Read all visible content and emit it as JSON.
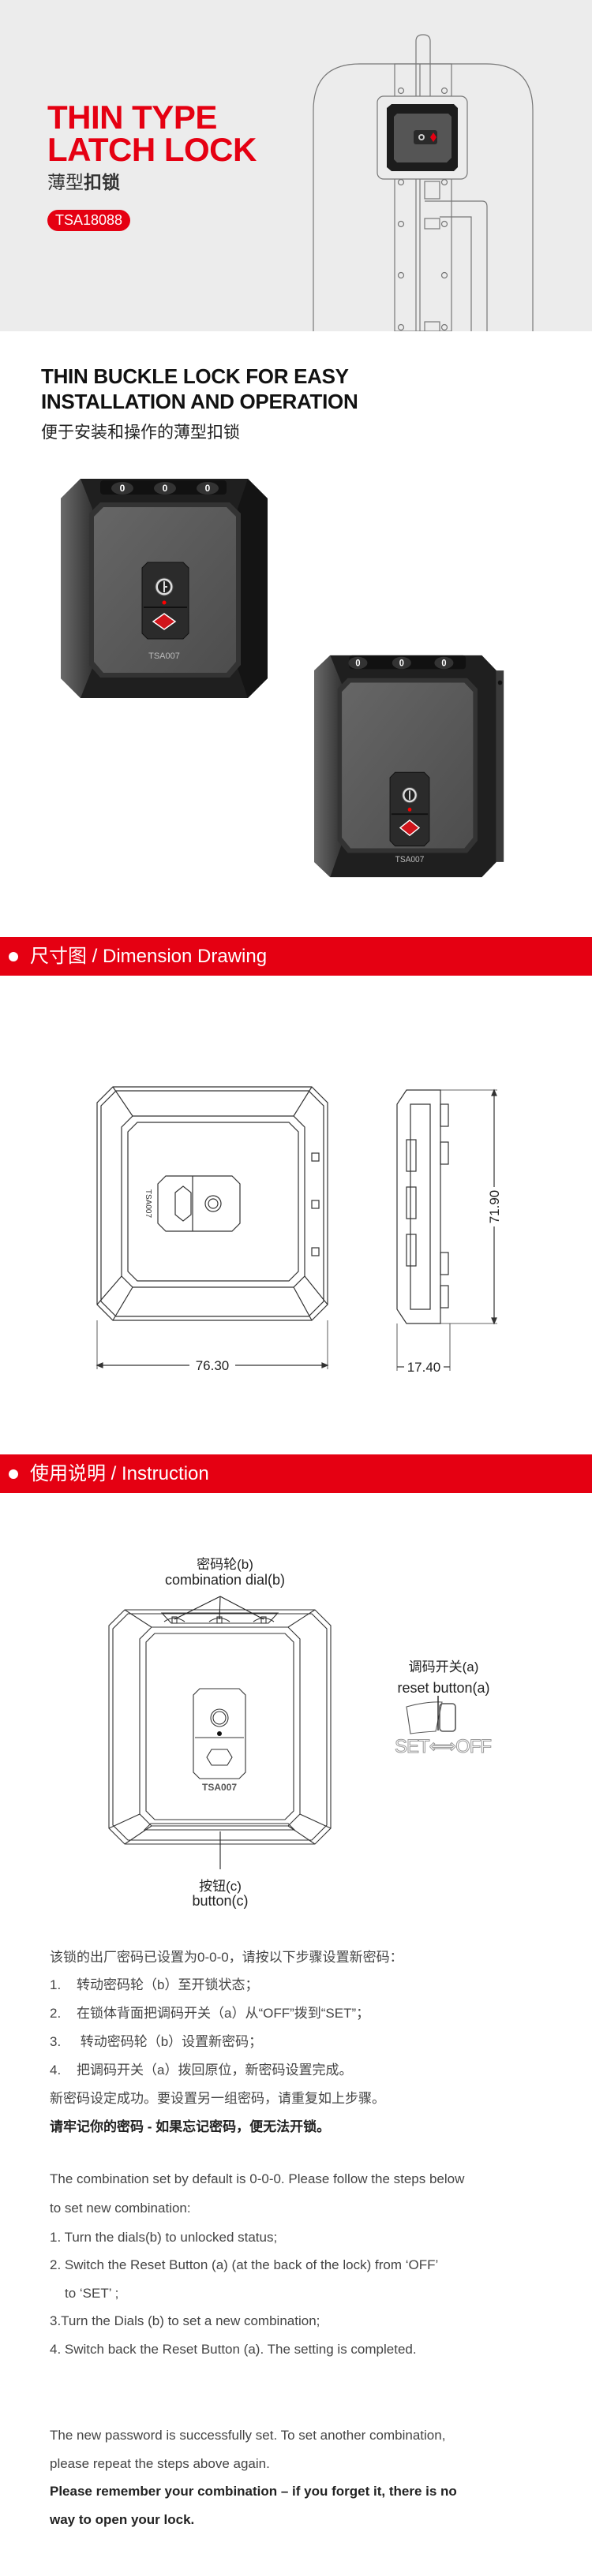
{
  "hero": {
    "title_line1": "THIN TYPE",
    "title_line2": "LATCH LOCK",
    "subtitle_cn_light": "薄型",
    "subtitle_cn_bold": "扣锁",
    "model_badge": "TSA18088"
  },
  "feature": {
    "heading_line1": "THIN BUCKLE LOCK FOR EASY",
    "heading_line2": "INSTALLATION AND OPERATION",
    "subtitle_cn": "便于安装和操作的薄型扣锁",
    "dials": [
      "0",
      "0",
      "0"
    ],
    "lock_model": "TSA007"
  },
  "dimension": {
    "section_title": "尺寸图 / Dimension Drawing",
    "width": "76.30",
    "height": "71.90",
    "depth": "17.40",
    "drawing_model": "TSA007"
  },
  "instruction": {
    "section_title": "使用说明 / Instruction",
    "dial_label_cn": "密码轮(b)",
    "dial_label_en": "combination dial(b)",
    "reset_label_cn": "调码开关(a)",
    "reset_label_en": "reset button(a)",
    "button_label_cn": "按钮(c)",
    "button_label_en": "button(c)",
    "switch_text": "SET⟺OFF",
    "drawing_model": "TSA007"
  },
  "steps_cn": {
    "intro": "该锁的出厂密码已设置为0-0-0，请按以下步骤设置新密码：",
    "items": [
      {
        "num": "1.",
        "text": "转动密码轮（b）至开锁状态；"
      },
      {
        "num": "2.",
        "text": "在锁体背面把调码开关（a）从“OFF”拨到“SET”；"
      },
      {
        "num": "3.",
        "text": " 转动密码轮（b）设置新密码；"
      },
      {
        "num": "4.",
        "text": "把调码开关（a）拨回原位，新密码设置完成。"
      }
    ],
    "success": "新密码设定成功。要设置另一组密码，请重复如上步骤。",
    "warning": "请牢记你的密码 - 如果忘记密码，便无法开锁。"
  },
  "steps_en": {
    "intro_line1": "The combination set by default is 0-0-0. Please follow the steps below",
    "intro_line2": "to set new combination:",
    "item1": "1. Turn the dials(b) to unlocked status;",
    "item2_line1": "2. Switch the Reset Button (a) (at the back of the lock) from  ‘OFF’",
    "item2_line2": "to  ‘SET’ ;",
    "item3": "3.Turn the Dials (b) to set a new combination;",
    "item4": "4.  Switch back the Reset Button (a). The setting is completed.",
    "success_line1": "The new password is successfully set. To set another combination,",
    "success_line2": "please repeat the steps above again.",
    "warning_line1": "Please remember your combination – if you forget it, there is no",
    "warning_line2": "way to open your lock."
  },
  "colors": {
    "accent": "#e50012",
    "hero_bg": "#ececec"
  }
}
